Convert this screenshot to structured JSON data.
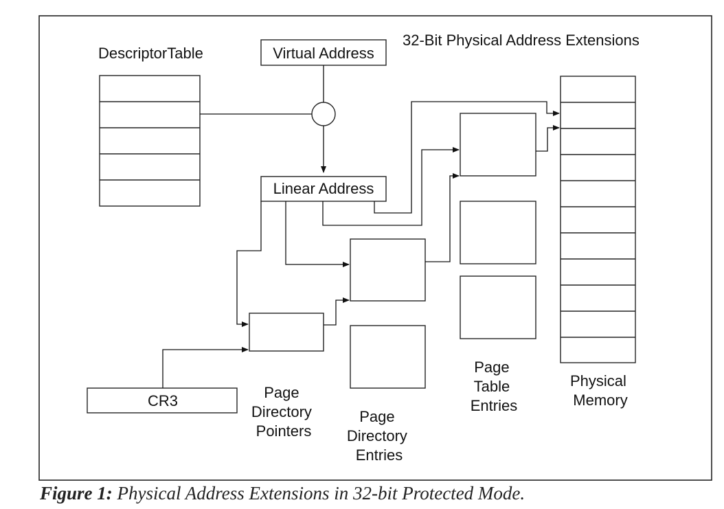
{
  "title": "32-Bit Physical Address Extensions",
  "nodes": {
    "descriptor_table": "DescriptorTable",
    "virtual_address": "Virtual Address",
    "linear_address": "Linear Address",
    "cr3": "CR3",
    "page_directory_pointers": [
      "Page",
      "Directory",
      "Pointers"
    ],
    "page_directory_entries": [
      "Page",
      "Directory",
      "Entries"
    ],
    "page_table_entries": [
      "Page",
      "Table",
      "Entries"
    ],
    "physical_memory": [
      "Physical",
      "Memory"
    ]
  },
  "caption": {
    "label": "Figure 1:",
    "text": " Physical Address Extensions in 32-bit Protected Mode."
  }
}
